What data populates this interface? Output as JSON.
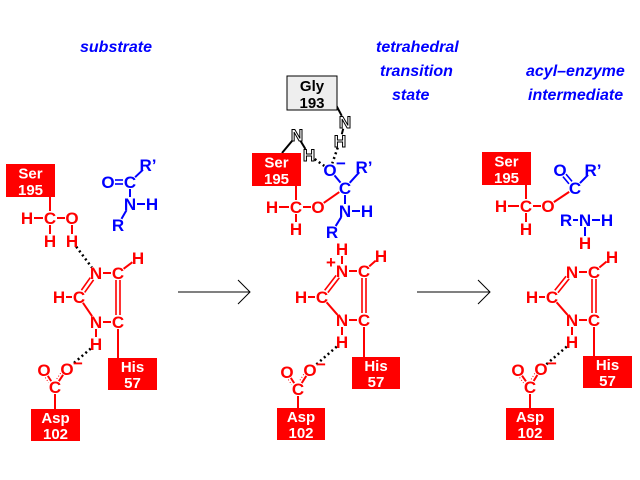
{
  "colors": {
    "enzyme": "#ff0000",
    "substrate": "#0000ff",
    "background": "#ffffff",
    "gly_box": "#eeeeee"
  },
  "panels": [
    {
      "title": [
        "substrate"
      ],
      "atoms": [
        "H",
        "C",
        "O",
        "H",
        "H",
        "N",
        "C",
        "H",
        "H",
        "C",
        "N",
        "C",
        "H",
        "O",
        "O",
        "C",
        "−",
        "O",
        "C",
        "R’",
        "N",
        "H",
        "R"
      ],
      "residues": [
        {
          "name": "Ser",
          "num": "195"
        },
        {
          "name": "His",
          "num": "57"
        },
        {
          "name": "Asp",
          "num": "102"
        }
      ]
    },
    {
      "title": [
        "tetrahedral",
        "transition",
        "state"
      ],
      "atoms": [
        "H",
        "C",
        "O",
        "H",
        "C",
        "O",
        "−",
        "R’",
        "N",
        "H",
        "R",
        "H",
        "+",
        "N",
        "C",
        "H",
        "H",
        "C",
        "N",
        "C",
        "H",
        "O",
        "O",
        "−",
        "C",
        "N",
        "H",
        "N",
        "H"
      ],
      "residues": [
        {
          "name": "Ser",
          "num": "195"
        },
        {
          "name": "Gly",
          "num": "193"
        },
        {
          "name": "His",
          "num": "57"
        },
        {
          "name": "Asp",
          "num": "102"
        }
      ]
    },
    {
      "title": [
        "acyl–enzyme",
        "intermediate"
      ],
      "atoms": [
        "H",
        "C",
        "O",
        "H",
        "C",
        "O",
        "R’",
        "R",
        "N",
        "H",
        "H",
        "N",
        "C",
        "H",
        "H",
        "C",
        "N",
        "C",
        "H",
        "O",
        "O",
        "−",
        "C"
      ],
      "residues": [
        {
          "name": "Ser",
          "num": "195"
        },
        {
          "name": "His",
          "num": "57"
        },
        {
          "name": "Asp",
          "num": "102"
        }
      ]
    }
  ],
  "arrows": [
    {
      "from": "substrate",
      "to": "tetrahedral transition state"
    },
    {
      "from": "tetrahedral transition state",
      "to": "acyl-enzyme intermediate"
    }
  ]
}
